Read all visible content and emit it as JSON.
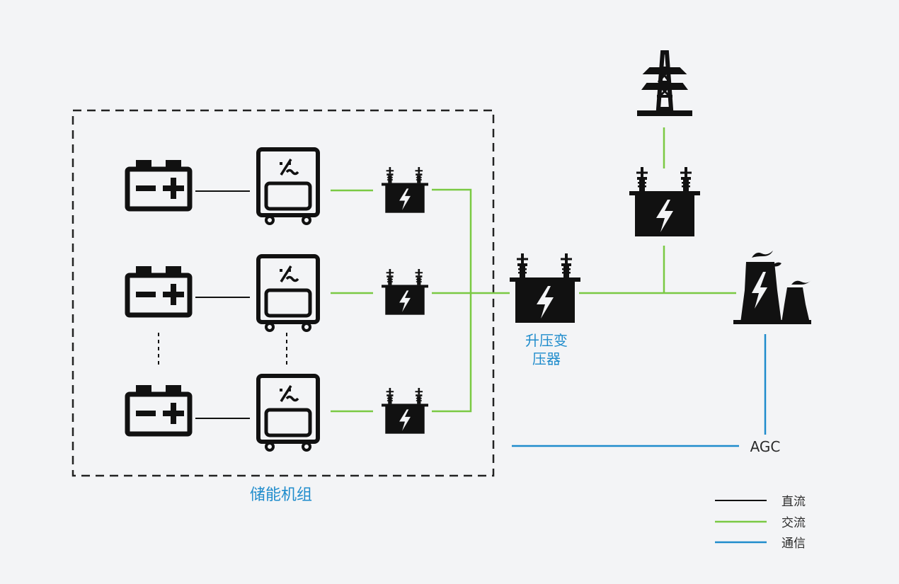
{
  "group_label": "储能机组",
  "transformer_label_line1": "升压变",
  "transformer_label_line2": "压器",
  "agc_label": "AGC",
  "legend": [
    {
      "label": "直流",
      "color": "#111111"
    },
    {
      "label": "交流",
      "color": "#7ac943"
    },
    {
      "label": "通信",
      "color": "#1f8ccc"
    }
  ],
  "colors": {
    "dc_line": "#111111",
    "ac_line": "#7ac943",
    "comm_line": "#1f8ccc",
    "icon": "#111111",
    "label_text": "#1f8ccc",
    "background": "#f3f4f6"
  },
  "icons": [
    "battery-icon",
    "inverter-icon",
    "transformer-icon",
    "step-up-transformer-icon",
    "transmission-tower-icon",
    "power-plant-icon"
  ]
}
